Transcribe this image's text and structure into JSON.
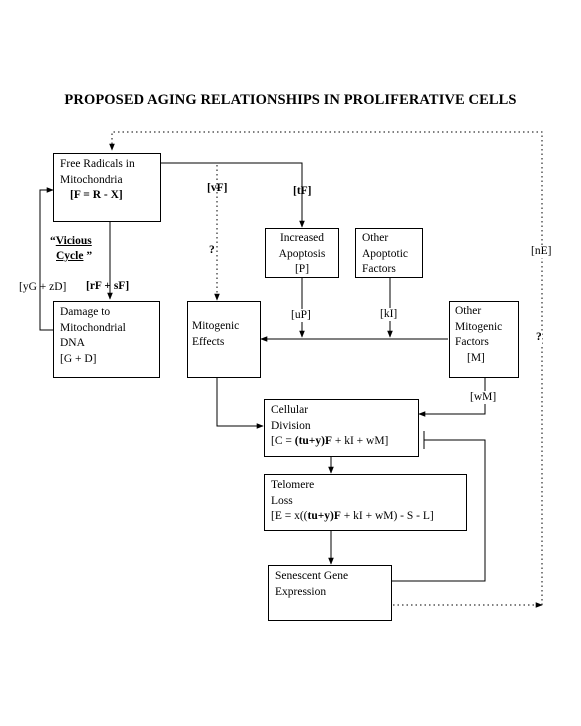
{
  "title": "PROPOSED AGING RELATIONSHIPS IN PROLIFERATIVE CELLS",
  "boxes": {
    "free_radicals": {
      "l1": "Free Radicals in",
      "l2": "Mitochondria",
      "l3": "[F = R - X]"
    },
    "damage": {
      "l1": "Damage to",
      "l2": "Mitochondrial",
      "l3": "DNA",
      "l4": "[G + D]"
    },
    "apoptosis": {
      "l1": "Increased",
      "l2": "Apoptosis",
      "l3": "[P]"
    },
    "other_apoptotic": {
      "l1": "Other",
      "l2": "Apoptotic",
      "l3": "Factors"
    },
    "mitogenic_effects": {
      "l1": "Mitogenic",
      "l2": "Effects"
    },
    "other_mitogenic": {
      "l1": "Other",
      "l2": "Mitogenic",
      "l3": "Factors",
      "l4": "[M]"
    },
    "cellular_division": {
      "l1": "Cellular",
      "l2": "Division",
      "l3a": "[C = ",
      "l3b": "(tu+y)F",
      "l3c": " + kI + wM]"
    },
    "telomere_loss": {
      "l1": "Telomere",
      "l2": "Loss",
      "l3a": "[E = x((",
      "l3b": "tu+y)F",
      "l3c": " + kI + wM) - S - L]"
    },
    "senescent": {
      "l1": "Senescent Gene",
      "l2": "Expression"
    }
  },
  "labels": {
    "vicious_open": "“",
    "vicious_word": "Vicious",
    "cycle_word": "Cycle",
    "cycle_close": " ”",
    "yG_zD": "[yG + zD]",
    "rF_sF": "[rF + sF]",
    "vF": "[vF]",
    "tF": "[tF]",
    "q_vF": "?",
    "uP": "[uP]",
    "kI": "[kI]",
    "wM": "[wM]",
    "nE": "[nE]",
    "q_nE": "?"
  }
}
